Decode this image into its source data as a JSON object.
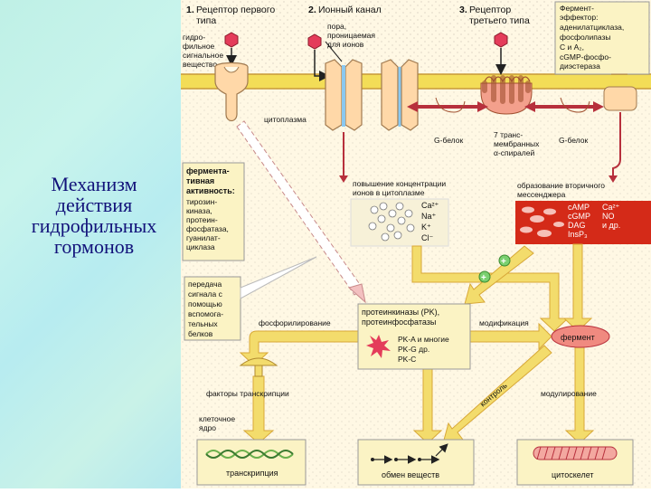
{
  "slide": {
    "title_lines": [
      "Механизм",
      "действия",
      "гидрофильных",
      "гормонов"
    ]
  },
  "colors": {
    "background": "#fff8e4",
    "membrane": "#f3dd57",
    "receptor": "#ffd8a8",
    "hormone": "#e43c5a",
    "arrow_fill": "#f3dc6c",
    "box_fill": "#fbf3c4",
    "red_box": "#e8341e",
    "enzyme": "#f08a80",
    "title_text": "#12127a"
  },
  "diagram": {
    "receptor1": {
      "num": "1.",
      "title_lines": [
        "Рецептор первого",
        "типа"
      ]
    },
    "channel": {
      "num": "2.",
      "title": "Ионный канал"
    },
    "receptor3": {
      "num": "3.",
      "title_lines": [
        "Рецептор",
        "третьего типа"
      ]
    },
    "effector_lines": [
      "Фермент-",
      "эффектор:",
      "аденилатциклаза,",
      "фосфолипазы",
      "С и A₂,",
      "cGMP-фосфо-",
      "диэстераза"
    ],
    "hydrophilic_lines": [
      "гидро-",
      "фильное",
      "сигнальное",
      "вещество"
    ],
    "pore_lines": [
      "пора,",
      "проницаемая",
      "для ионов"
    ],
    "cytoplasm": "цитоплазма",
    "g_protein_left": "G-белок",
    "g_protein_right": "G-белок",
    "transmembrane_lines": [
      "7 транс-",
      "мембранных",
      "α-спиралей"
    ],
    "enzymatic_lines": [
      "фермента-",
      "тивная",
      "активность:",
      "тирозин-",
      "киназа,",
      "протеин-",
      "фосфатаза,",
      "гуанилат-",
      "циклаза"
    ],
    "ion_title_lines": [
      "повышение концентрации",
      "ионов в цитоплазме"
    ],
    "ions": [
      "Ca²⁺",
      "Na⁺",
      "K⁺",
      "Cl⁻"
    ],
    "messenger_title_lines": [
      "образование вторичного",
      "мессенджера"
    ],
    "messengers_left": [
      "cAMP",
      "cGMP",
      "DAG",
      "InsP₃"
    ],
    "messengers_right": [
      "Ca²⁺",
      "NO",
      "и др."
    ],
    "transmission_lines": [
      "передача",
      "сигнала с",
      "помощью",
      "вспомога-",
      "тельных",
      "белков"
    ],
    "pk_title_lines": [
      "протеинкиназы (PK),",
      "протеинфосфатазы"
    ],
    "pk_items": [
      "PK-A  и многие",
      "PK-G  др.",
      "PK-C"
    ],
    "phosphorylation": "фосфорилирование",
    "modification": "модификация",
    "enzyme": "фермент",
    "transcription_factors": "факторы транскрипции",
    "nucleus_lines": [
      "клеточное",
      "ядро"
    ],
    "control": "контроль",
    "modulation": "модулирование",
    "plus": "+",
    "bottom": {
      "transcription": "транскрипция",
      "metabolism": "обмен веществ",
      "cytoskeleton": "цитоскелет"
    }
  }
}
